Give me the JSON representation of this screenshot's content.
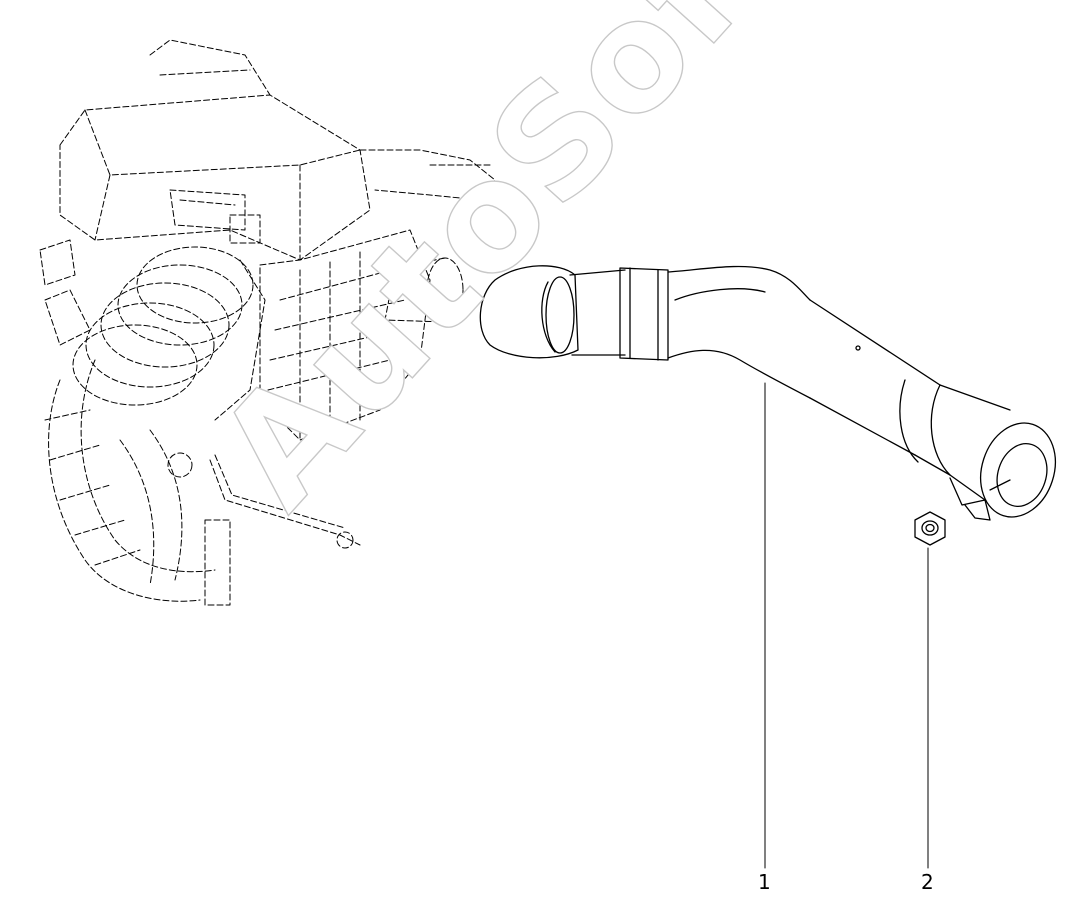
{
  "callouts": {
    "part_1": "1",
    "part_2": "2"
  },
  "watermark": {
    "text": "AutoSoft"
  },
  "colors": {
    "line": "#000000",
    "watermark_stroke": "#c8c8c8",
    "background": "#ffffff"
  }
}
